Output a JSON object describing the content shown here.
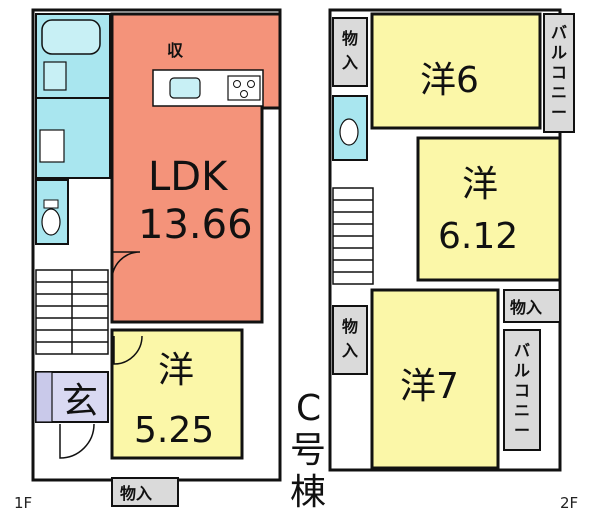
{
  "plan": {
    "first_floor": {
      "floor_label": "1F",
      "ldk_label": "LDK",
      "ldk_size": "13.66",
      "storage_mark": "収",
      "western_room_label": "洋",
      "western_room_size": "5.25",
      "entrance_label": "玄",
      "closet_label": "物入"
    },
    "second_floor": {
      "floor_label": "2F",
      "room_a_label": "洋6",
      "room_b_label": "洋",
      "room_b_size": "6.12",
      "room_c_label": "洋7",
      "balcony_label": "バルコニー",
      "closet_label": "物入"
    },
    "building_label": [
      "C",
      "号",
      "棟"
    ]
  },
  "colors": {
    "ldk": "#f4937a",
    "western_room": "#fbf7a8",
    "wet_area": "#a9e6ef",
    "entrance": "#d9d9f2",
    "storage": "#dadada"
  }
}
